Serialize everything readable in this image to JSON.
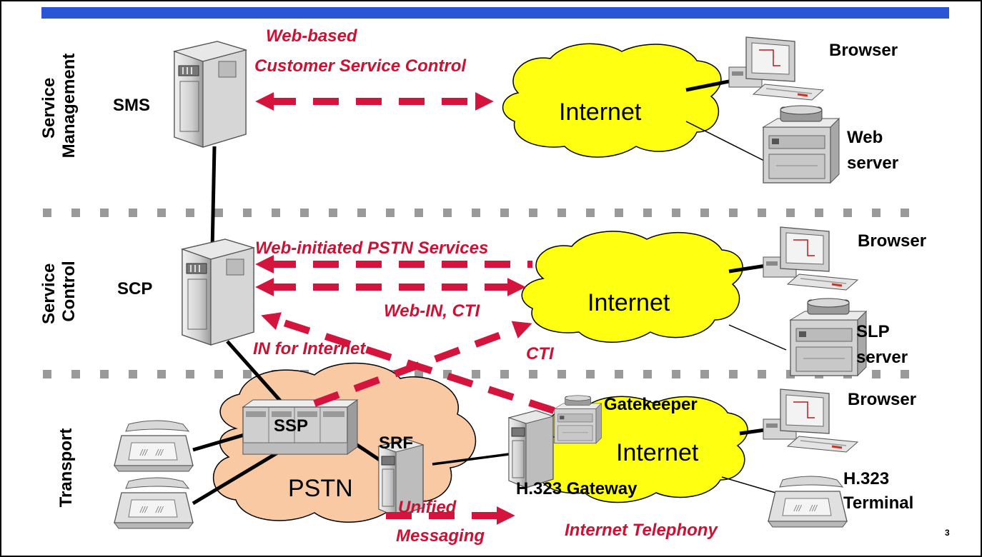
{
  "colors": {
    "top_bar": "#2a55d6",
    "arrow_red": "#d4143c",
    "text_red": "#cc1133",
    "internet_cloud": "#ffff11",
    "pstn_cloud": "#f9c9a4",
    "device_gray": "#c8c8c8"
  },
  "layers": {
    "service_management": [
      "Service",
      "Management"
    ],
    "service_control": [
      "Service",
      "Control"
    ],
    "transport": "Transport"
  },
  "nodes": {
    "sms": "SMS",
    "scp": "SCP",
    "ssp": "SSP",
    "srf": "SRF",
    "pstn": "PSTN",
    "internet_1": "Internet",
    "internet_2": "Internet",
    "internet_3": "Internet",
    "browser_1": "Browser",
    "browser_2": "Browser",
    "browser_3": "Browser",
    "web_server": [
      "Web",
      "server"
    ],
    "slp_server": [
      "SLP",
      "server"
    ],
    "gatekeeper": "Gatekeeper",
    "h323_gateway": "H.323 Gateway",
    "h323_terminal": [
      "H.323",
      "Terminal"
    ]
  },
  "flows": {
    "web_based": [
      "Web-based",
      "Customer Service Control"
    ],
    "web_initiated": "Web-initiated PSTN Services",
    "web_in_cti": "Web-IN, CTI",
    "in_for_internet": "IN for Internet",
    "cti": "CTI",
    "unified_messaging": [
      "Unified",
      "Messaging"
    ],
    "internet_telephony": "Internet Telephony"
  },
  "page_number": "3",
  "icons": [
    "server-tower-icon",
    "switch-rack-icon",
    "workstation-icon",
    "disk-server-icon",
    "telephone-icon",
    "cloud-icon"
  ]
}
